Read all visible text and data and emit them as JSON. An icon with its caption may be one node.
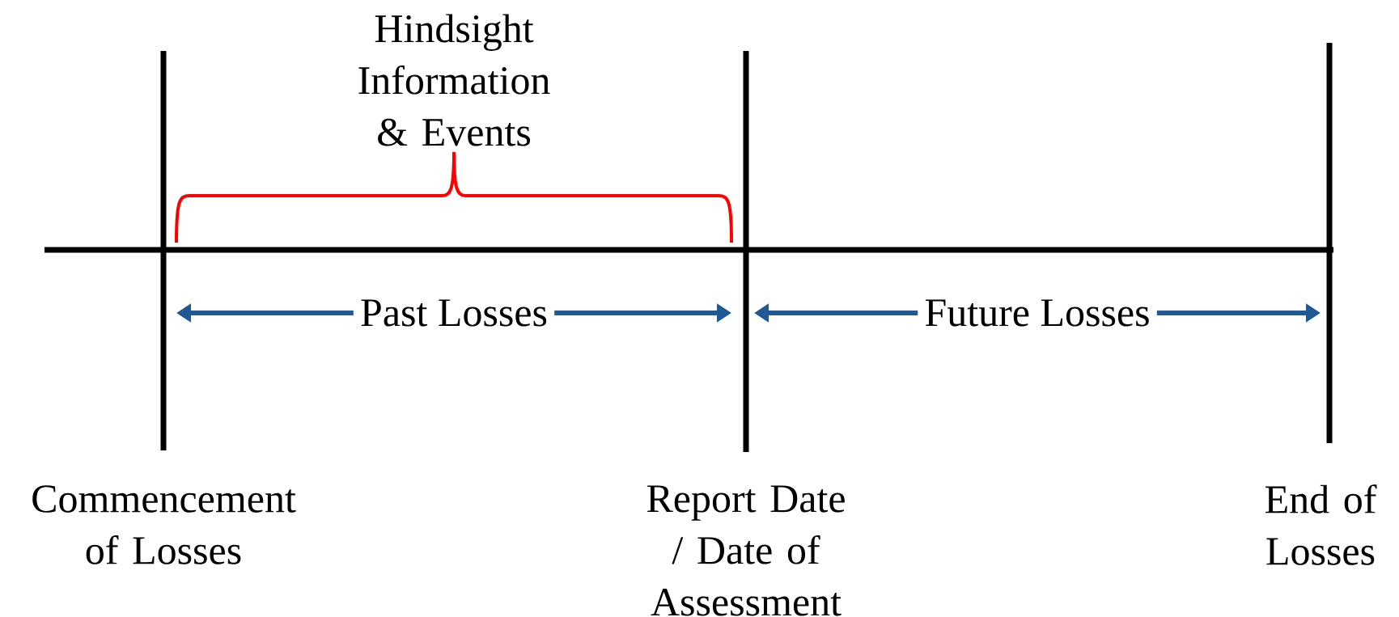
{
  "diagram": {
    "labels": [
      "Hindsight Information & Events",
      "Past Losses",
      "Future Losses",
      "Commencement of Losses",
      "Report Date / Date of Assessment",
      "End of Losses"
    ]
  }
}
